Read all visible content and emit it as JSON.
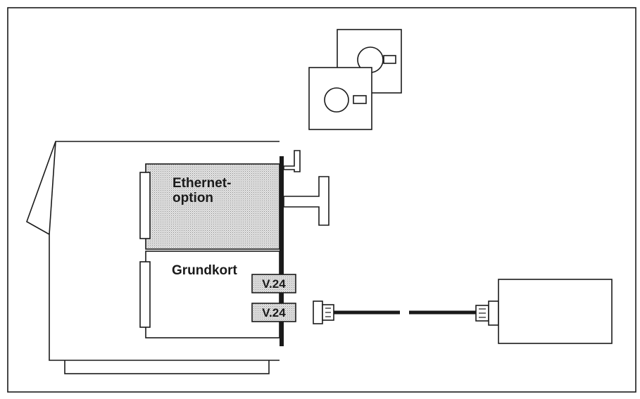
{
  "labels": {
    "ethernet_line1": "Ethernet-",
    "ethernet_line2": "option",
    "grundkort": "Grundkort",
    "port_upper": "V.24",
    "port_lower": "V.24"
  },
  "colors": {
    "line": "#1a1a1a",
    "shaded": "#d6d6d6",
    "background": "#ffffff"
  }
}
